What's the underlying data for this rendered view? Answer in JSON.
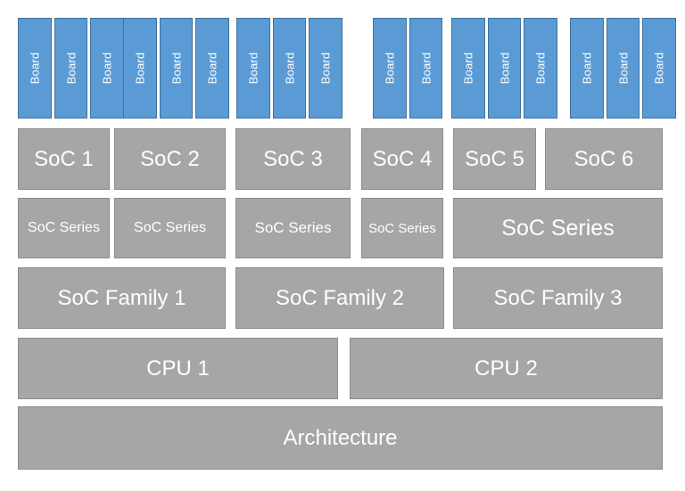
{
  "colors": {
    "background": "#ffffff",
    "board_fill": "#5B9BD5",
    "board_border": "#41719C",
    "block_fill": "#A6A6A6",
    "block_border": "#8C8C8C",
    "label_text": "#ffffff"
  },
  "boards": {
    "groups": [
      [
        "Board",
        "Board",
        "Board"
      ],
      [
        "Board",
        "Board",
        "Board"
      ],
      [
        "Board",
        "Board",
        "Board"
      ],
      [
        "Board",
        "Board"
      ],
      [
        "Board",
        "Board",
        "Board"
      ],
      [
        "Board",
        "Board",
        "Board"
      ]
    ]
  },
  "soc": {
    "items": [
      "SoC 1",
      "SoC 2",
      "SoC 3",
      "SoC 4",
      "SoC 5",
      "SoC 6"
    ]
  },
  "series": {
    "items": [
      "SoC Series",
      "SoC Series",
      "SoC Series",
      "SoC Series",
      "SoC Series"
    ]
  },
  "family": {
    "items": [
      "SoC Family 1",
      "SoC Family 2",
      "SoC Family 3"
    ]
  },
  "cpu": {
    "items": [
      "CPU 1",
      "CPU 2"
    ]
  },
  "architecture": {
    "label": "Architecture"
  }
}
